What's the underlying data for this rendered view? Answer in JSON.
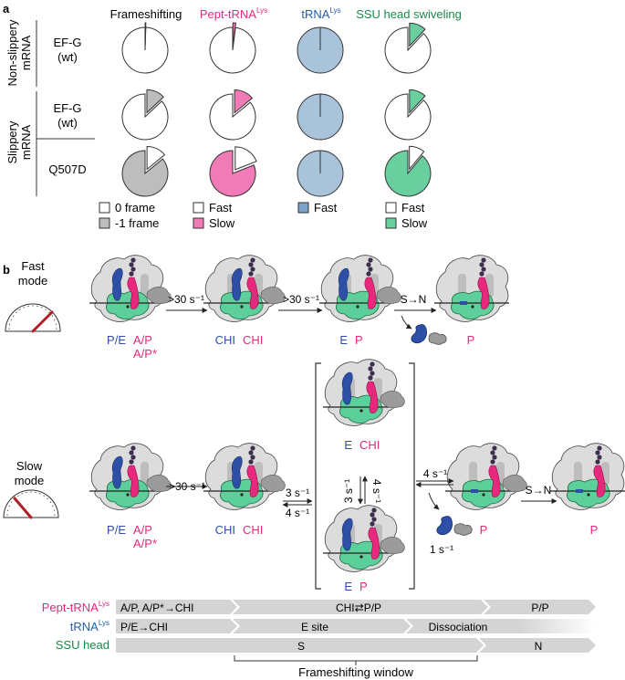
{
  "panel_a": {
    "label": "a",
    "columns": [
      {
        "title": "Frameshifting",
        "color": "#000000"
      },
      {
        "title": "Pept-tRNA",
        "sup": "Lys",
        "color": "#e8287c"
      },
      {
        "title": "tRNA",
        "sup": "Lys",
        "color": "#1f5fa8"
      },
      {
        "title": "SSU head swiveling",
        "color": "#1a8a4a"
      }
    ],
    "groups": [
      {
        "label": [
          "Non-slippery",
          "mRNA"
        ]
      },
      {
        "label": [
          "Slippery",
          "mRNA"
        ]
      }
    ],
    "rows": [
      {
        "label": [
          "EF-G",
          "(wt)"
        ],
        "group": 0,
        "pies": [
          0.005,
          0.02,
          0.0,
          0.12
        ]
      },
      {
        "label": [
          "EF-G",
          "(wt)"
        ],
        "group": 1,
        "pies": [
          0.13,
          0.14,
          0.0,
          0.12
        ]
      },
      {
        "label": [
          "Q507D"
        ],
        "group": 1,
        "pies": [
          0.86,
          0.81,
          0.0,
          0.89
        ]
      }
    ],
    "fills": {
      "frameshift": "#bdbdbd",
      "pept": "#f07bb6",
      "trna": "#a9c3db",
      "ssu": "#69cf9f",
      "white": "#ffffff"
    },
    "legends": [
      [
        {
          "swatch": "#ffffff",
          "text": "0 frame"
        },
        {
          "swatch": "#bdbdbd",
          "text": "-1 frame"
        }
      ],
      [
        {
          "swatch": "#ffffff",
          "text": "Fast"
        },
        {
          "swatch": "#f07bb6",
          "text": "Slow"
        }
      ],
      [
        {
          "swatch": "#7ea3c8",
          "text": "Fast"
        }
      ],
      [
        {
          "swatch": "#ffffff",
          "text": "Fast"
        },
        {
          "swatch": "#69cf9f",
          "text": "Slow"
        }
      ]
    ]
  },
  "panel_b": {
    "label": "b",
    "fast_mode": {
      "title": [
        "Fast",
        "mode"
      ],
      "rates": [
        ">30 s⁻¹",
        ">30 s⁻¹"
      ],
      "transition": "S→N",
      "states": [
        {
          "blue": "P/E",
          "pink": [
            "A/P",
            "A/P*"
          ]
        },
        {
          "blue": "CHI",
          "pink": [
            "CHI"
          ]
        },
        {
          "blue": "E",
          "pink": [
            "P"
          ]
        },
        {
          "blue": "",
          "pink": [
            "P"
          ]
        }
      ]
    },
    "slow_mode": {
      "title": [
        "Slow",
        "mode"
      ],
      "rate_first": ">30 s⁻¹",
      "rate_forward": "3 s⁻¹",
      "rate_back": "4 s⁻¹",
      "rate_vert_down": "3 s⁻¹",
      "rate_vert_up": "4 s⁻¹",
      "rate_exit": "4 s⁻¹",
      "rate_release": "1 s⁻¹",
      "transition": "S→N",
      "states": [
        {
          "blue": "P/E",
          "pink": [
            "A/P",
            "A/P*"
          ]
        },
        {
          "blue": "CHI",
          "pink": [
            "CHI"
          ]
        },
        {
          "blue": "E",
          "pink": [
            "CHI"
          ]
        },
        {
          "blue": "E",
          "pink": [
            "P"
          ]
        },
        {
          "blue": "",
          "pink": [
            "P"
          ]
        },
        {
          "blue": "",
          "pink": [
            "P"
          ]
        }
      ]
    },
    "timeline": {
      "rows": [
        {
          "label": "Pept-tRNA",
          "sup": "Lys",
          "color": "#e8287c",
          "segments": [
            "A/P, A/P*→CHI",
            "CHI⇄P/P",
            "P/P"
          ]
        },
        {
          "label": "tRNA",
          "sup": "Lys",
          "color": "#1f5fa8",
          "segments": [
            "P/E→CHI",
            "E site",
            "Dissociation"
          ]
        },
        {
          "label": "SSU head",
          "color": "#1a8a4a",
          "segments": [
            "S",
            "N"
          ]
        }
      ],
      "window_label": "Frameshifting window"
    }
  }
}
